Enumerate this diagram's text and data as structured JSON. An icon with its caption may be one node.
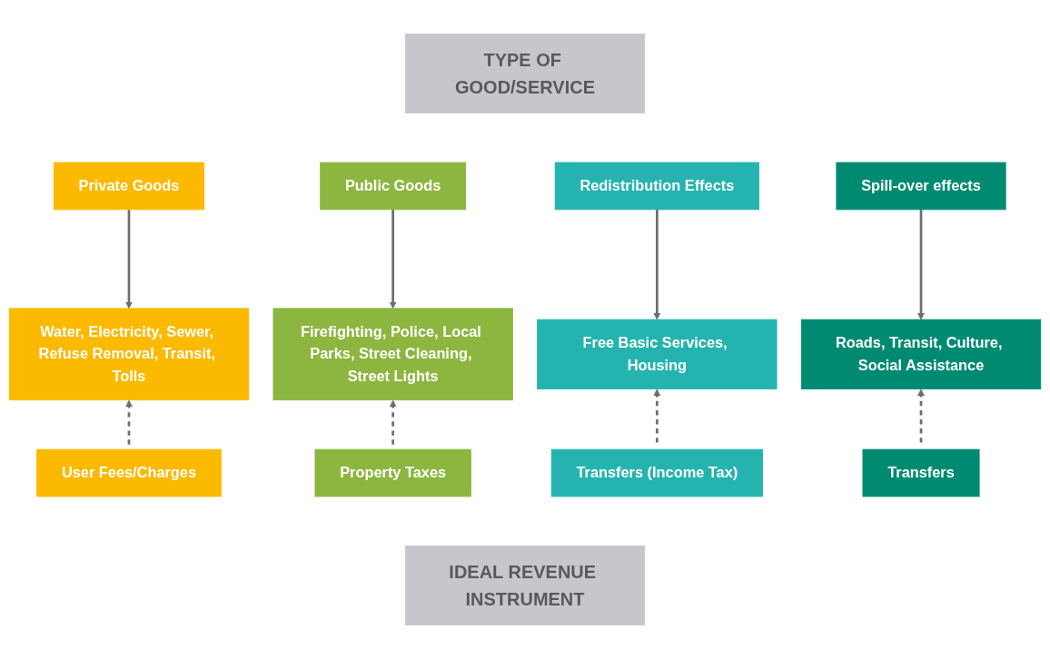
{
  "diagram": {
    "nodes": [
      {
        "text": [
          "TYPE OF GOOD/SERVICE"
        ]
      },
      {
        "text": [
          "Private Goods"
        ]
      },
      {
        "text": [
          "Public Goods"
        ]
      },
      {
        "text": [
          "Redistribution Effects"
        ]
      },
      {
        "text": [
          "Spill-over effects"
        ]
      },
      {
        "text": [
          "Water, Electricity, Sewer, Refuse Removal, Transit, Tolls"
        ]
      },
      {
        "text": [
          "Firefighting, Police, Local Parks, Street Cleaning, Street Lights"
        ]
      },
      {
        "text": [
          "Free Basic Services, Housing"
        ]
      },
      {
        "text": [
          "Roads, Transit, Culture, Social Assistance"
        ]
      },
      {
        "text": [
          "User Fees/Charges"
        ]
      },
      {
        "text": [
          "Property Taxes"
        ]
      },
      {
        "text": [
          "Transfers (Income Tax)"
        ]
      },
      {
        "text": [
          "Transfers"
        ]
      },
      {
        "text": [
          "IDEAL REVENUE INSTRUMENT"
        ]
      }
    ],
    "edges": [
      {
        "from": 1,
        "to": 5,
        "arrow": "to"
      },
      {
        "from": 2,
        "to": 6,
        "arrow": "to"
      },
      {
        "from": 3,
        "to": 7,
        "arrow": "to"
      },
      {
        "from": 4,
        "to": 8,
        "arrow": "to"
      },
      {
        "from": 9,
        "to": 5,
        "arrow": "to",
        "style": "dashed"
      },
      {
        "from": 10,
        "to": 6,
        "arrow": "to",
        "style": "dashed"
      },
      {
        "from": 11,
        "to": 7,
        "arrow": "to",
        "style": "dashed"
      },
      {
        "from": 12,
        "to": 8,
        "arrow": "to",
        "style": "dashed"
      }
    ]
  }
}
